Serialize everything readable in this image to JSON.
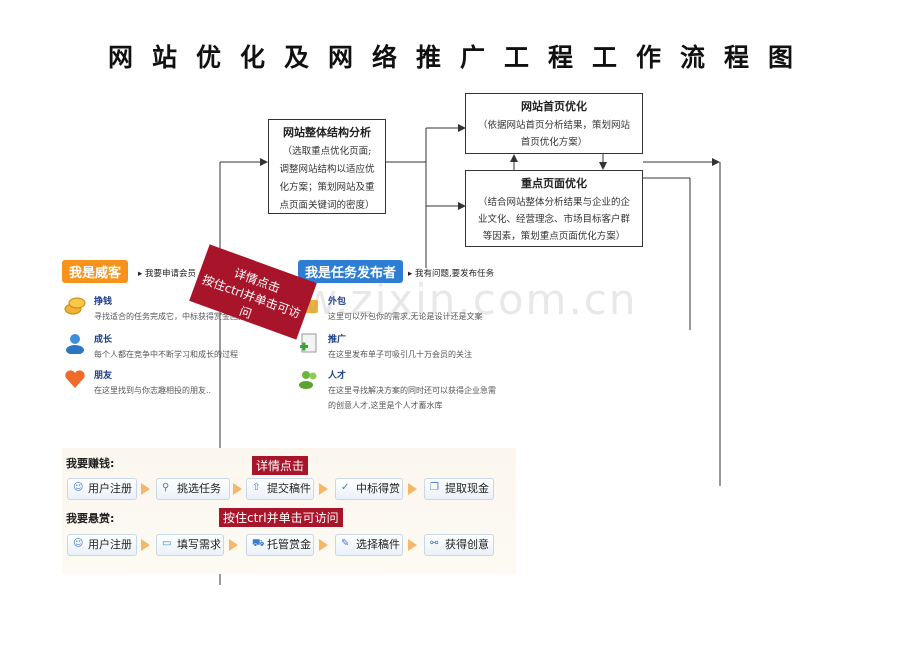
{
  "title": "网站优化及网络推广工程工作流程图",
  "boxes": {
    "structure": {
      "title": "网站整体结构分析",
      "lines": [
        "（选取重点优化页面;",
        "调整网站结构以适应优",
        "化方案；策划网站及重",
        "点页面关键词的密度）"
      ]
    },
    "homepage": {
      "title": "网站首页优化",
      "lines": [
        "（依据网站首页分析结果，策划网站",
        "首页优化方案）"
      ]
    },
    "keypage": {
      "title": "重点页面优化",
      "lines": [
        "（结合网站整体分析结果与企业的企",
        "业文化、经营理念、市场目标客户群",
        "等因素，策划重点页面优化方案）"
      ]
    }
  },
  "panel": {
    "left_pill": "我是威客",
    "left_link": "我要申请会员",
    "right_pill": "我是任务发布者",
    "right_link": "我有问题,要发布任务",
    "left_items": [
      {
        "title": "挣钱",
        "desc": "寻找适合的任务完成它，中标获得赏金回报",
        "icon": "coins-icon"
      },
      {
        "title": "成长",
        "desc": "每个人都在竞争中不断学习和成长的过程",
        "icon": "person-icon"
      },
      {
        "title": "朋友",
        "desc": "在这里找到与你志趣相投的朋友..",
        "icon": "heart-icon"
      }
    ],
    "right_items": [
      {
        "title": "外包",
        "desc": "这里可以外包你的需求,无论是设计还是文案",
        "icon": "folder-icon"
      },
      {
        "title": "推广",
        "desc": "在这里发布单子可吸引几十万会员的关注",
        "icon": "document-plus-icon"
      },
      {
        "title": "人才",
        "desc": "在这里寻找解决方案的同时还可以获得企业急需\n的创意人才,这里是个人才蓄水库",
        "icon": "people-icon"
      }
    ]
  },
  "flow": {
    "earn_label": "我要赚钱:",
    "reward_label": "我要悬赏:",
    "earn_steps": [
      "用户注册",
      "挑选任务",
      "提交稿件",
      "中标得赏",
      "提取现金"
    ],
    "reward_steps": [
      "用户注册",
      "填写需求",
      "托管赏金",
      "选择稿件",
      "获得创意"
    ]
  },
  "overlays": {
    "banner": "详情点击\n按住ctrl并单击可访问",
    "tag_detail": "详情点击",
    "tag_ctrl": "按住ctrl并单击可访问",
    "watermark": "www.zixin.com.cn"
  },
  "colors": {
    "accent_orange": "#f7921c",
    "accent_blue": "#2d7ed3",
    "tag_red": "#a8152a"
  }
}
